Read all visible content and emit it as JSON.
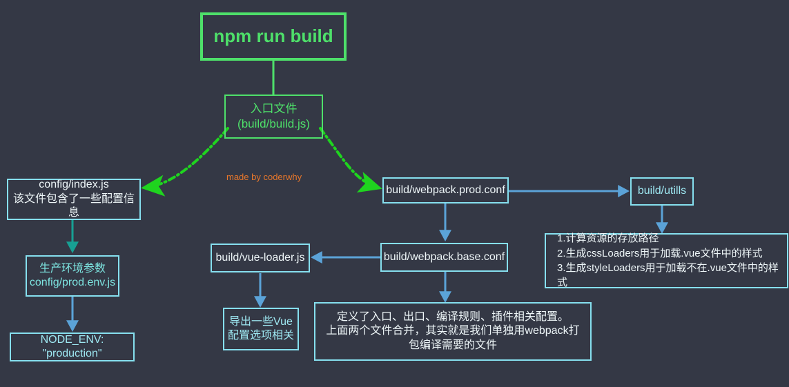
{
  "diagram": {
    "title": "npm run build 构建流程图",
    "background_color": "#343845",
    "watermark": "made by coderwhy",
    "palette": {
      "green": "#4ee06a",
      "cyan_border": "#86e0ef",
      "cyan_text": "#9ee8f2",
      "teal_text": "#7de4e0",
      "blue_arrow": "#5ba3d8",
      "teal_arrow": "#17a094",
      "orange": "#e8772b",
      "text_white": "#eef6f8"
    },
    "nodes": [
      {
        "id": "npm-run-build",
        "label": "npm run build"
      },
      {
        "id": "entry-file",
        "label": "入口文件\n(build/build.js)"
      },
      {
        "id": "config-index",
        "label": "config/index.js\n该文件包含了一些配置信息"
      },
      {
        "id": "prod-env",
        "label": "生产环境参数\nconfig/prod.env.js"
      },
      {
        "id": "node-env",
        "label": "NODE_ENV: \"production\""
      },
      {
        "id": "webpack-prod",
        "label": "build/webpack.prod.conf"
      },
      {
        "id": "build-utills",
        "label": "build/utills"
      },
      {
        "id": "utills-notes",
        "label": "1.计算资源的存放路径\n2.生成cssLoaders用于加载.vue文件中的样式\n3.生成styleLoaders用于加载不在.vue文件中的样式"
      },
      {
        "id": "vue-loader",
        "label": "build/vue-loader.js"
      },
      {
        "id": "vue-loader-notes",
        "label": "导出一些Vue\n配置选项相关"
      },
      {
        "id": "webpack-base",
        "label": "build/webpack.base.conf"
      },
      {
        "id": "base-notes",
        "label": "定义了入口、出口、编译规则、插件相关配置。\n上面两个文件合并，其实就是我们单独用webpack打包编译需要的文件"
      }
    ],
    "edges": [
      {
        "from": "npm-run-build",
        "to": "entry-file",
        "style": "solid",
        "color": "#4ee06a"
      },
      {
        "from": "entry-file",
        "to": "config-index",
        "style": "dash-dot",
        "color": "#1fd41f"
      },
      {
        "from": "entry-file",
        "to": "webpack-prod",
        "style": "dash-dot",
        "color": "#1fd41f"
      },
      {
        "from": "config-index",
        "to": "prod-env",
        "style": "solid",
        "color": "#17a094"
      },
      {
        "from": "prod-env",
        "to": "node-env",
        "style": "solid",
        "color": "#5ba3d8"
      },
      {
        "from": "webpack-prod",
        "to": "build-utills",
        "style": "solid",
        "color": "#5ba3d8"
      },
      {
        "from": "webpack-prod",
        "to": "webpack-base",
        "style": "solid",
        "color": "#5ba3d8"
      },
      {
        "from": "build-utills",
        "to": "utills-notes",
        "style": "solid",
        "color": "#5ba3d8"
      },
      {
        "from": "webpack-base",
        "to": "vue-loader",
        "style": "solid",
        "color": "#5ba3d8"
      },
      {
        "from": "webpack-base",
        "to": "base-notes",
        "style": "solid",
        "color": "#5ba3d8"
      },
      {
        "from": "vue-loader",
        "to": "vue-loader-notes",
        "style": "solid",
        "color": "#5ba3d8"
      }
    ]
  }
}
